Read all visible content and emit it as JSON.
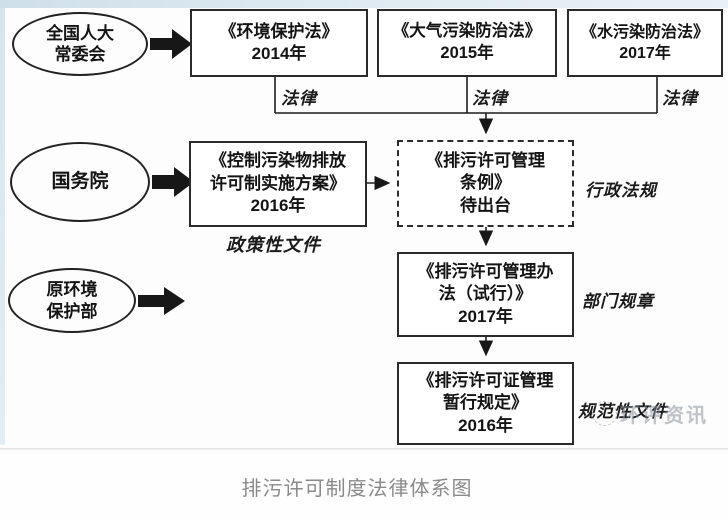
{
  "page": {
    "caption": "排污许可制度法律体系图",
    "watermark": "环评资讯"
  },
  "colors": {
    "line": "#1c1c1c",
    "box_border": "#2b2b2b",
    "edge_strip": "#d5e4ee",
    "caption_text": "#8a8a8a",
    "watermark_text": "#8d949b"
  },
  "diagram": {
    "actors": [
      {
        "label": "全国人大\n常委会"
      },
      {
        "label": "国务院"
      },
      {
        "label": "原环境\n保护部"
      }
    ],
    "boxes": [
      {
        "label": "《环境保护法》\n2014年"
      },
      {
        "label": "《大气污染防治法》\n2015年"
      },
      {
        "label": "《水污染防治法》\n2017年"
      },
      {
        "label": "《控制污染物排放\n许可制实施方案》\n2016年"
      },
      {
        "label": "《排污许可管理\n条例》\n待出台"
      },
      {
        "label": "《排污许可管理办\n法（试行）》\n2017年"
      },
      {
        "label": "《排污许可证管理\n暂行规定》\n2016年"
      }
    ],
    "category_labels": {
      "law_1": "法律",
      "law_2": "法律",
      "law_3": "法律",
      "policy": "政策性文件",
      "administrative_regulation": "行政法规",
      "department_rule": "部门规章",
      "normative_document": "规范性文件"
    }
  }
}
